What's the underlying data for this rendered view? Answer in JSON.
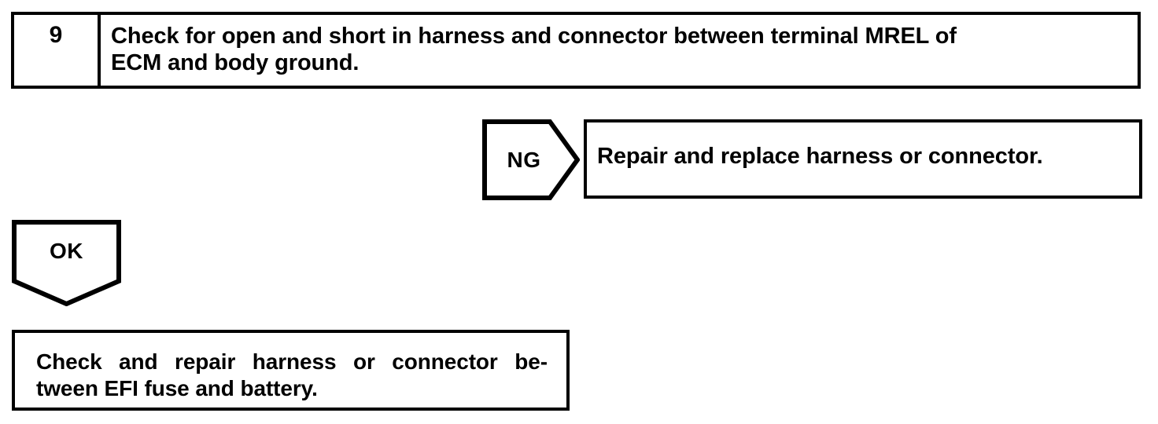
{
  "document": {
    "kind": "automotive-diagnostic-flowchart",
    "ink_color": "#000000",
    "paper_color": "#ffffff"
  },
  "step": {
    "number": "9",
    "instruction": "Check for open and short in harness and connector between terminal MREL of\nECM and body ground."
  },
  "branches": {
    "ng": {
      "label": "NG",
      "result_text": "Repair and replace harness or connector."
    },
    "ok": {
      "label": "OK",
      "result_line_1_words": [
        "Check",
        "and",
        "repair",
        "harness",
        "or",
        "connector",
        "be-"
      ],
      "result_line_2": "tween EFI fuse and battery."
    }
  }
}
